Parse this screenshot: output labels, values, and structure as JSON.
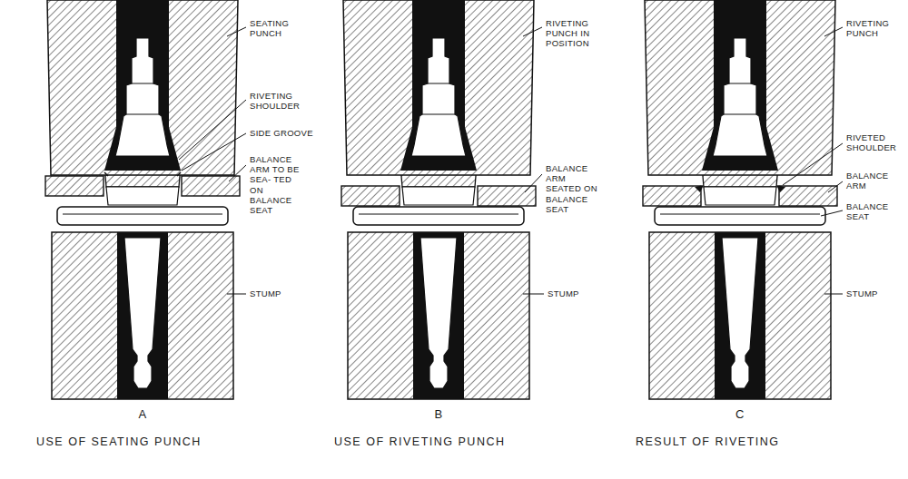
{
  "diagram": {
    "labels": [
      "SEATING PUNCH",
      "RIVETING SHOULDER",
      "SIDE GROOVE",
      "BALANCE ARM TO BE SEA- TED ON BALANCE SEAT",
      "STUMP",
      "A",
      "USE OF SEATING PUNCH",
      "RIVETING PUNCH IN POSITION",
      "BALANCE ARM SEATED ON BALANCE SEAT",
      "STUMP",
      "B",
      "USE OF RIVETING PUNCH",
      "RIVETING PUNCH",
      "RIVETED SHOULDER",
      "BALANCE ARM",
      "BALANCE SEAT",
      "STUMP",
      "C",
      "RESULT OF RIVETING"
    ]
  }
}
